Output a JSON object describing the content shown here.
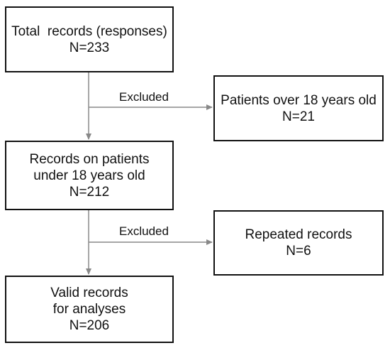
{
  "flow": {
    "total": {
      "line1": "Total  records (responses)",
      "line2": "N=233"
    },
    "excluded_over18": {
      "line1": "Patients over 18 years old",
      "line2": "N=21"
    },
    "under18": {
      "line1": "Records on patients",
      "line2": "under 18 years old",
      "line3": "N=212"
    },
    "excluded_repeated": {
      "line1": "Repeated records",
      "line2": "N=6"
    },
    "valid": {
      "line1": "Valid records",
      "line2": "for analyses",
      "line3": "N=206"
    },
    "edge_label_1": "Excluded",
    "edge_label_2": "Excluded"
  }
}
